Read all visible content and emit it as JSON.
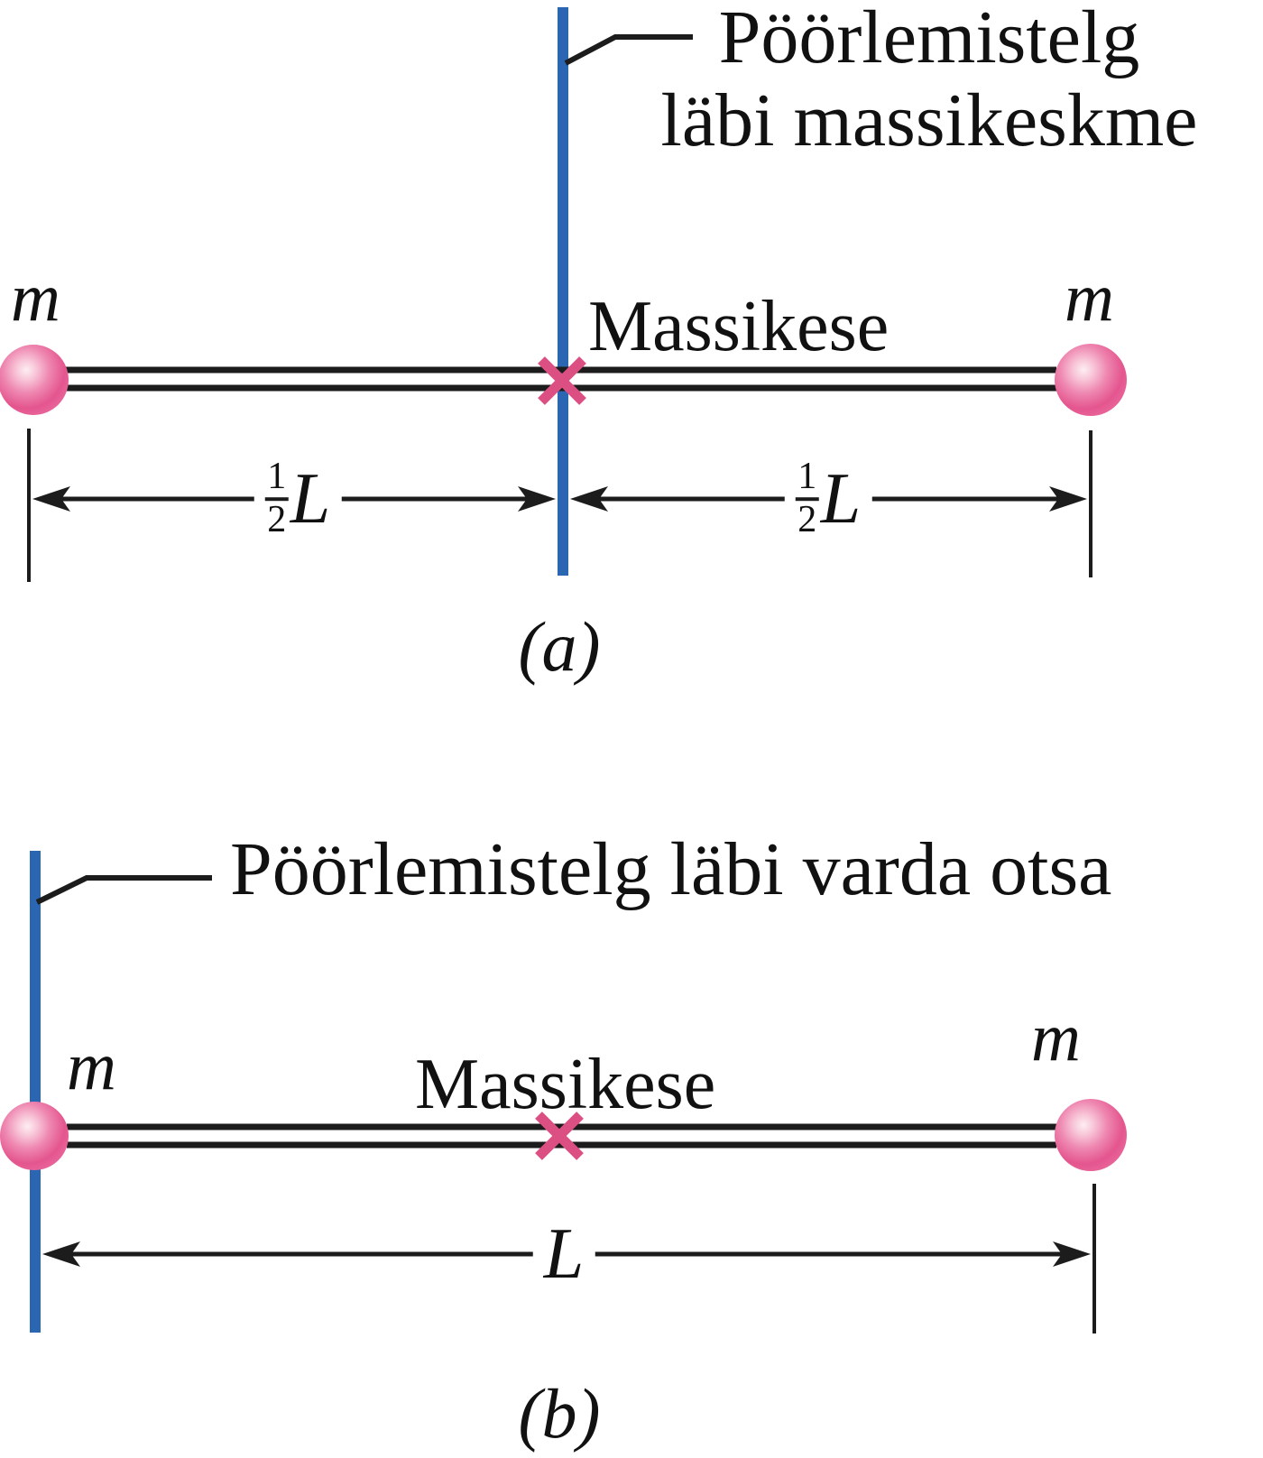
{
  "colors": {
    "axis_blue": "#2a66b2",
    "rod_black": "#1c1c1c",
    "cross_pink": "#dc4f82",
    "mass_hi": "#fdeef3",
    "mass_mid": "#ee86b0",
    "mass_deep": "#e4558e",
    "mass_rim": "#f29abc"
  },
  "figure_a": {
    "axis_label_line1": "Pöörlemistelg",
    "axis_label_line2": "läbi massikeskme",
    "mass_left_label": "m",
    "mass_right_label": "m",
    "center_of_mass_label": "Massikese",
    "dim_left": {
      "frac_num": "1",
      "frac_den": "2",
      "symbol": "L"
    },
    "dim_right": {
      "frac_num": "1",
      "frac_den": "2",
      "symbol": "L"
    },
    "caption": "(a)"
  },
  "figure_b": {
    "axis_label": "Pöörlemistelg läbi varda otsa",
    "mass_left_label": "m",
    "mass_right_label": "m",
    "center_of_mass_label": "Massikese",
    "dim": {
      "symbol": "L"
    },
    "caption": "(b)"
  }
}
